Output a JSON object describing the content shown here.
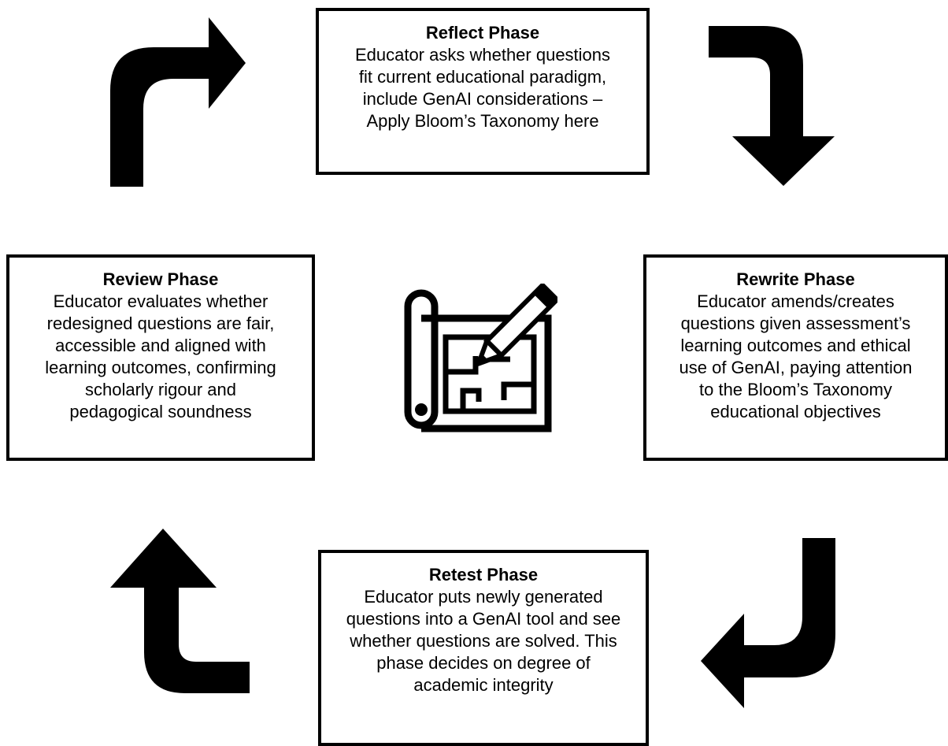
{
  "colors": {
    "stroke": "#000000",
    "fill": "#000000",
    "background": "#ffffff"
  },
  "phases": {
    "reflect": {
      "title": "Reflect Phase",
      "lines": [
        "Educator asks whether questions",
        "fit current educational paradigm,",
        "include GenAI considerations –",
        "Apply Bloom’s Taxonomy here"
      ]
    },
    "review": {
      "title": "Review Phase",
      "lines": [
        "Educator evaluates whether",
        "redesigned questions are fair,",
        "accessible and aligned with",
        "learning outcomes, confirming",
        "scholarly rigour and",
        "pedagogical soundness"
      ]
    },
    "rewrite": {
      "title": "Rewrite Phase",
      "lines": [
        "Educator amends/creates",
        "questions given assessment’s",
        "learning outcomes and ethical",
        "use of GenAI, paying attention",
        "to the Bloom’s Taxonomy",
        "educational objectives"
      ]
    },
    "retest": {
      "title": "Retest Phase",
      "lines": [
        "Educator puts newly generated",
        "questions into a GenAI tool and see",
        "whether questions are solved. This",
        "phase decides on degree of",
        "academic integrity"
      ]
    }
  },
  "icons": {
    "center": "blueprint-with-pencil-icon",
    "arrows": [
      "bent-arrow-right-icon",
      "bent-arrow-down-icon",
      "bent-arrow-left-icon",
      "bent-arrow-up-icon"
    ]
  }
}
